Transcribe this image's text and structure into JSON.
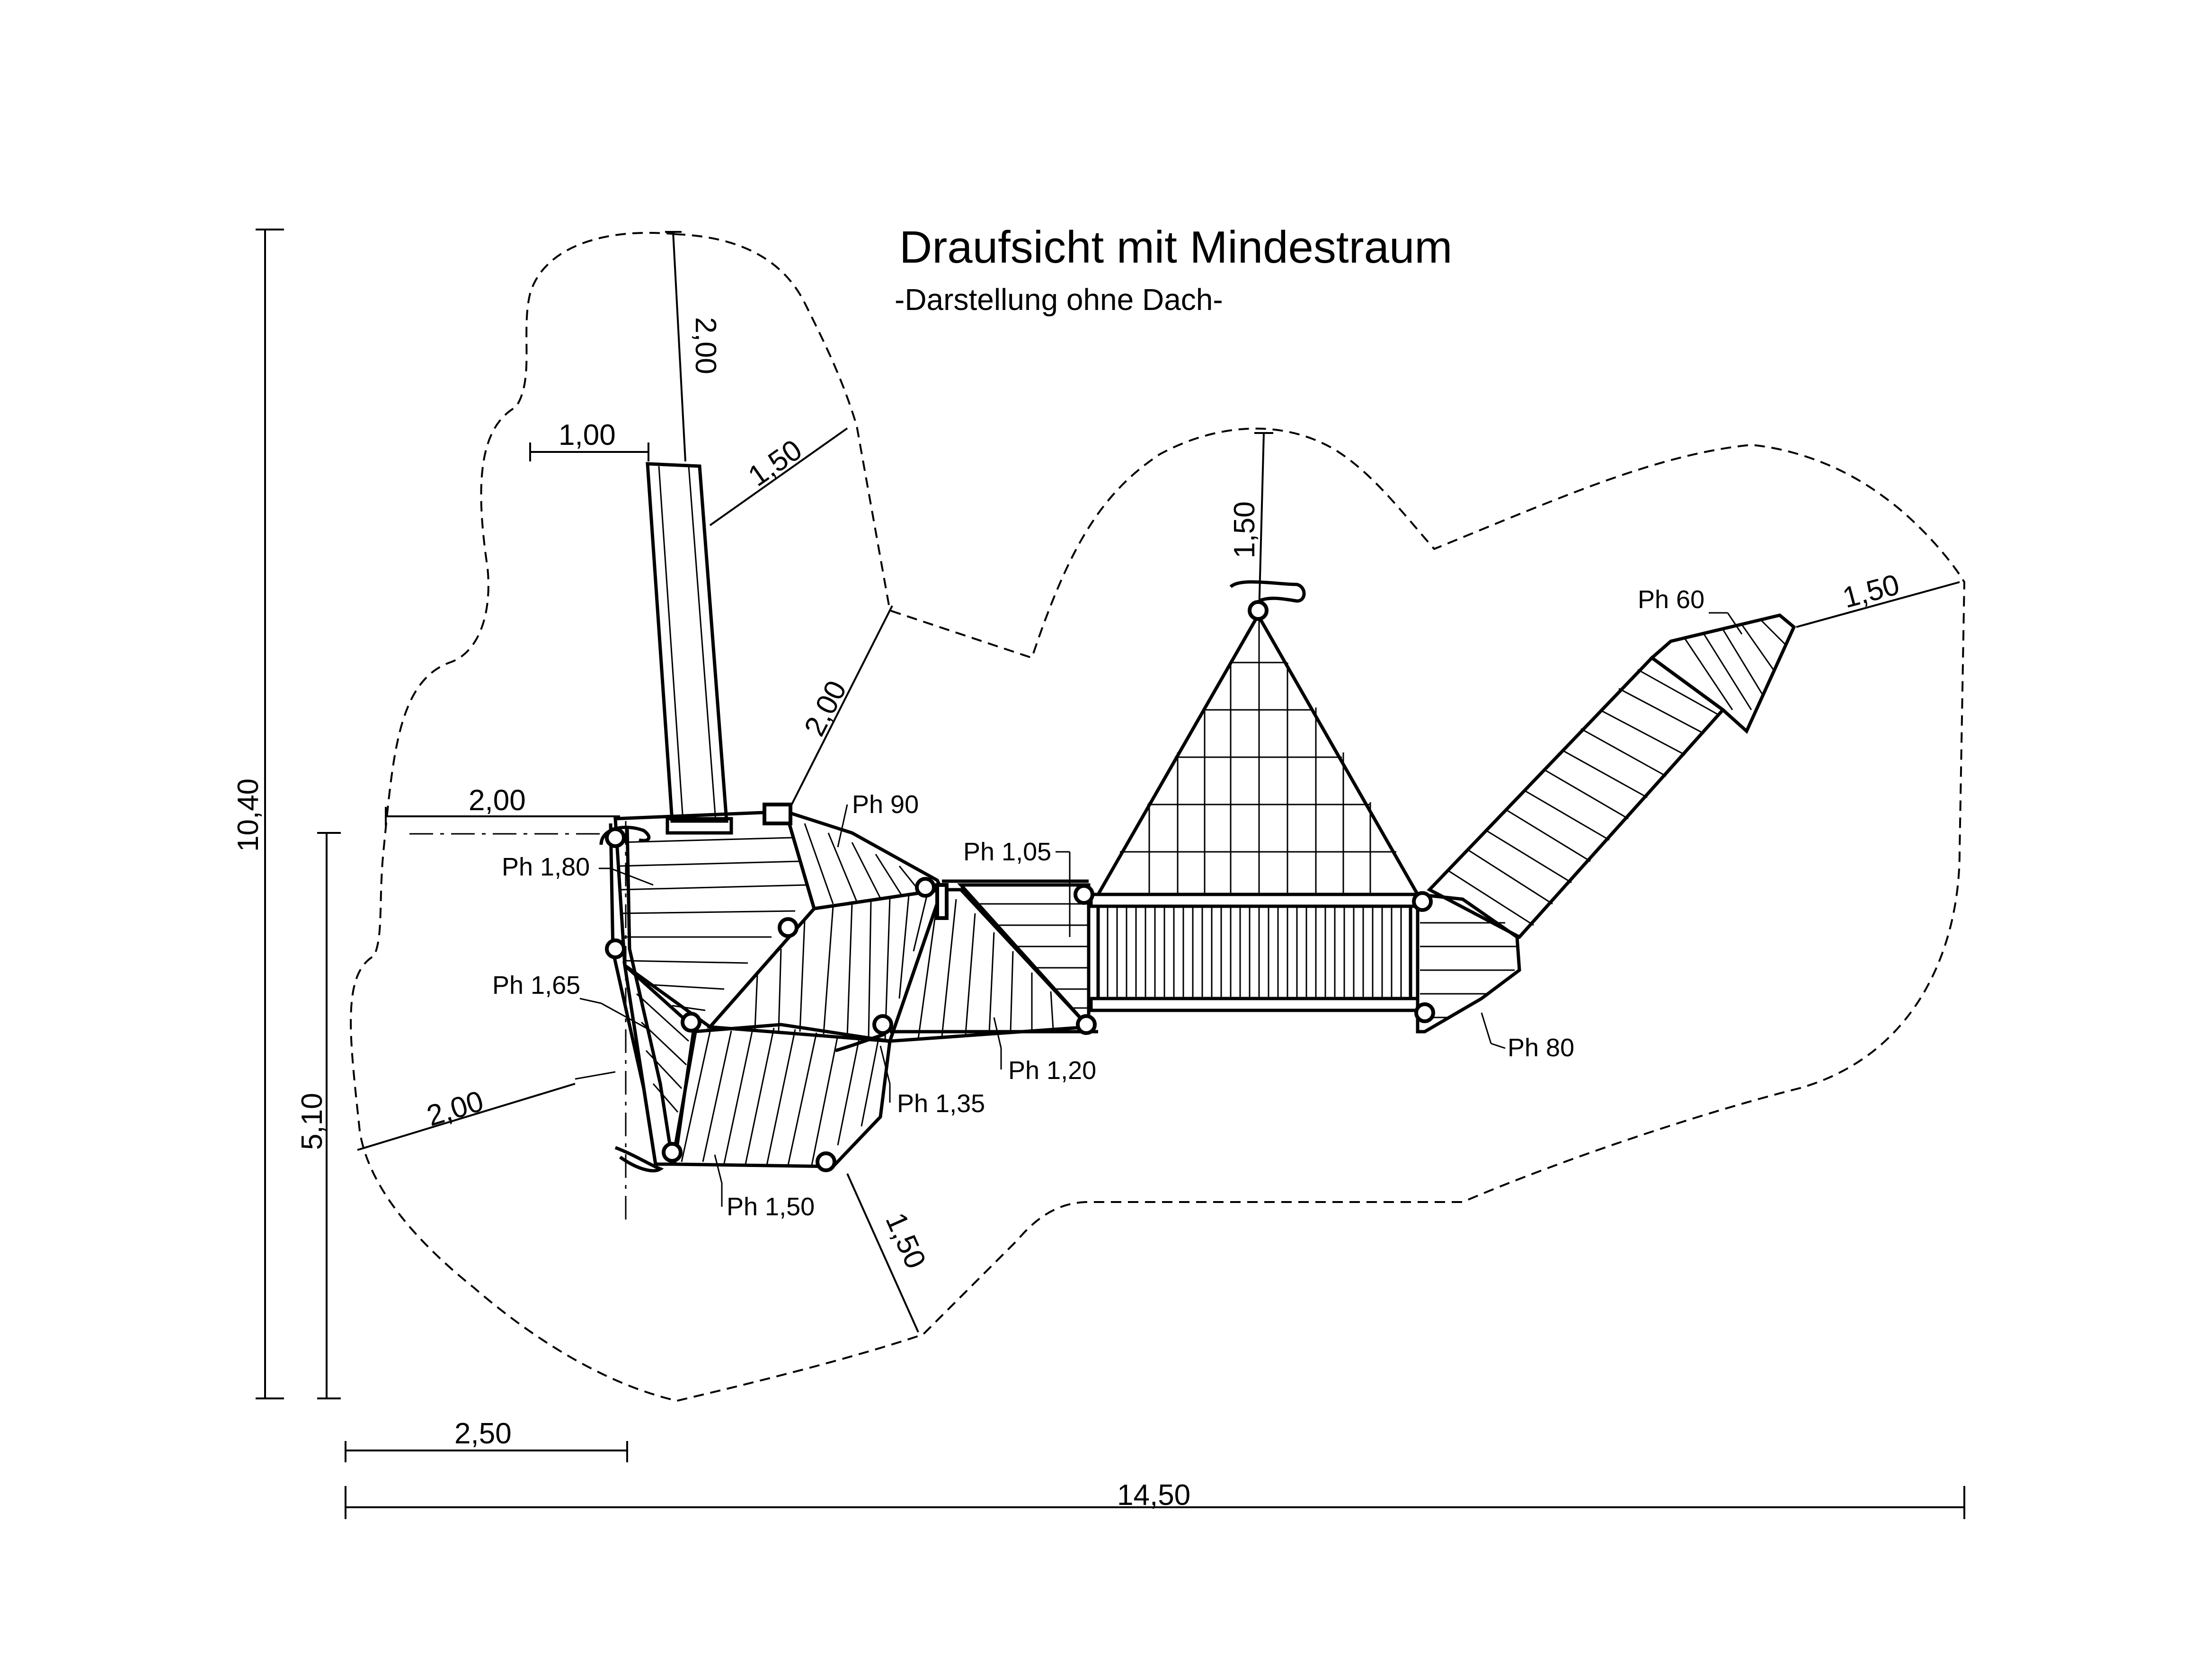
{
  "title": "Draufsicht mit Mindestraum",
  "subtitle": "-Darstellung ohne Dach-",
  "dimensions": {
    "total_height": "10,40",
    "partial_height": "5,10",
    "bottom_offset": "2,50",
    "total_width": "14,50",
    "slide_top_clearance": "2,00",
    "slide_side_left": "1,00",
    "slide_side_right": "1,50",
    "slide_exit_side": "2,00",
    "left_platform_clearance": "2,00",
    "lower_left_clearance": "2,00",
    "bottom_clearance": "1,50",
    "net_top_clearance": "1,50",
    "bridge_end_clearance": "1,50"
  },
  "platform_heights": {
    "ph_60": "Ph 60",
    "ph_90": "Ph 90",
    "ph_105": "Ph 1,05",
    "ph_180": "Ph 1,80",
    "ph_165": "Ph 1,65",
    "ph_120": "Ph 1,20",
    "ph_135": "Ph 1,35",
    "ph_150": "Ph 1,50",
    "ph_80": "Ph 80"
  }
}
